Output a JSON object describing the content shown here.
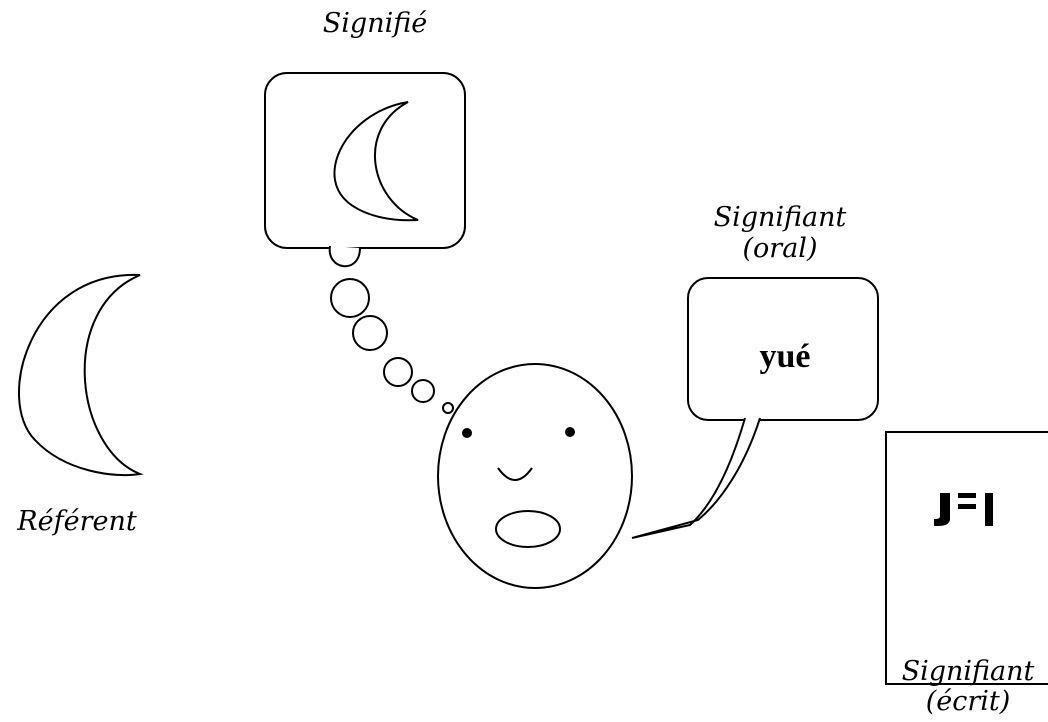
{
  "labels": {
    "signified": "Signifié",
    "signifier_oral_line1": "Signifiant",
    "signifier_oral_line2": "(oral)",
    "referent": "Référent",
    "signifier_written_line1": "Signifiant",
    "signifier_written_line2": "(écrit)"
  },
  "speech": {
    "word": "yué"
  },
  "written_sign": {
    "character": "月"
  },
  "colors": {
    "stroke": "#000000",
    "background": "#ffffff"
  }
}
